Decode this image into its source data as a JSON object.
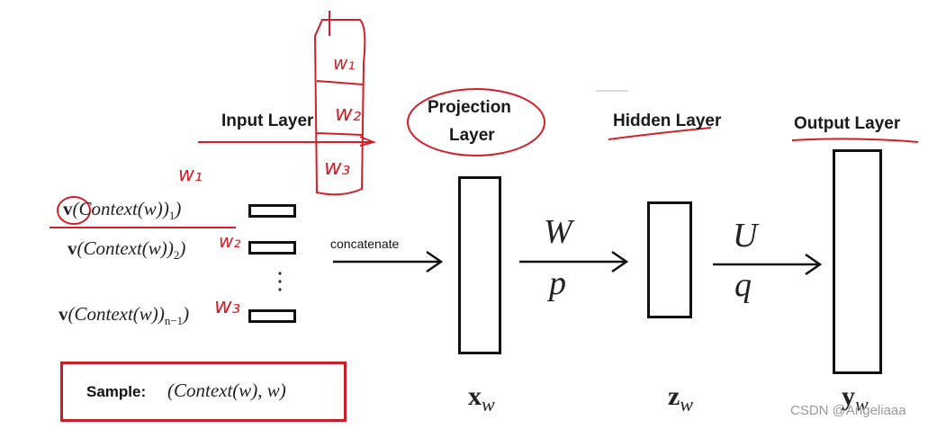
{
  "layers": {
    "input": "Input  Layer",
    "projection_line1": "Projection",
    "projection_line2": "Layer",
    "hidden": "Hidden Layer",
    "output": "Output Layer"
  },
  "inputs": {
    "v": "v",
    "context": "(Context(w)",
    "sub1": "1",
    "sub2": "2",
    "subn": "n−1",
    "close": ")",
    "dots": "⋮"
  },
  "arrows": {
    "concatenate": "concatenate",
    "W": "W",
    "p": "p",
    "U": "U",
    "q": "q"
  },
  "variables": {
    "x": "x",
    "x_sub": "w",
    "z": "z",
    "z_sub": "w",
    "y": "y",
    "y_sub": "w"
  },
  "sample": {
    "label": "Sample:",
    "value": "(Context(w), w)"
  },
  "annotations": {
    "w1_top": "w₁",
    "w2_top": "w₂",
    "w3_top": "w₃",
    "w1_left": "w₁",
    "w2_left": "w₂",
    "w3_left": "w₃"
  },
  "watermark": "CSDN @Angeliaaa",
  "colors": {
    "ink_red": "#d1202a",
    "line_black": "#111111"
  }
}
